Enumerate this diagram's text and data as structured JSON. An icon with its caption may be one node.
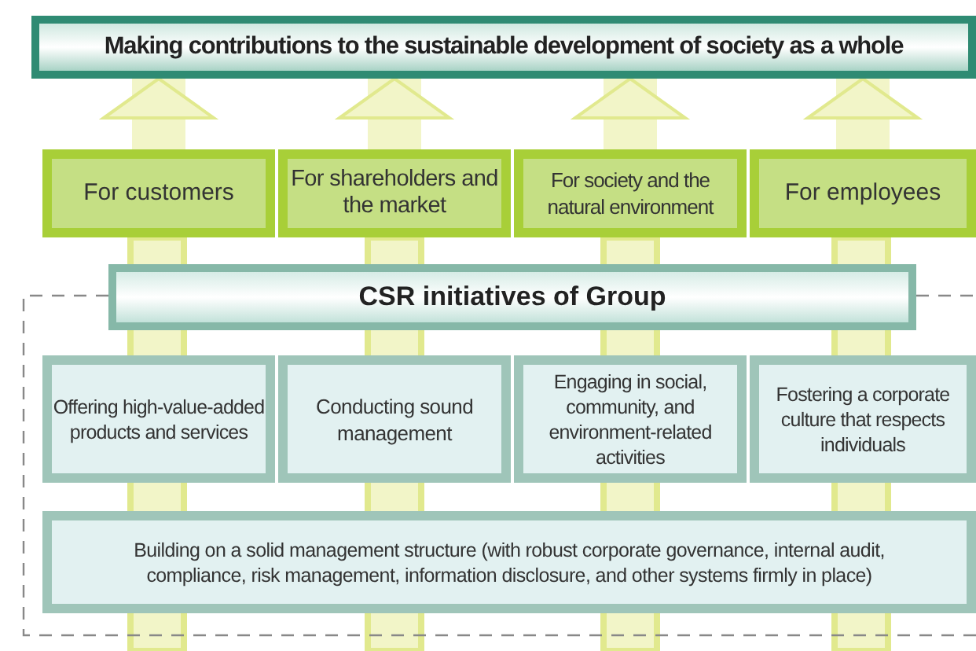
{
  "diagram": {
    "nodes": [
      {
        "text": [
          "Making contributions to the sustainable development of society as a whole"
        ]
      },
      {
        "text": [
          "For customers"
        ]
      },
      {
        "text": [
          "For shareholders and the market"
        ]
      },
      {
        "text": [
          "For society and the natural environment"
        ]
      },
      {
        "text": [
          "For employees"
        ]
      },
      {
        "text": [
          "CSR initiatives of Group"
        ]
      },
      {
        "text": [
          "Offering high-value-added products and services"
        ]
      },
      {
        "text": [
          "Conducting sound management"
        ]
      },
      {
        "text": [
          "Engaging in social, community, and environment-related activities"
        ]
      },
      {
        "text": [
          "Fostering a corporate culture that respects individuals"
        ]
      },
      {
        "text": [
          "Building on a solid management structure (with robust corporate governance, internal audit, compliance, risk management, information disclosure, and other systems firmly in place)"
        ]
      }
    ],
    "edges": [
      {
        "from": 1,
        "to": 0,
        "arrow": "to"
      },
      {
        "from": 2,
        "to": 0,
        "arrow": "to"
      },
      {
        "from": 3,
        "to": 0,
        "arrow": "to"
      },
      {
        "from": 4,
        "to": 0,
        "arrow": "to"
      }
    ]
  }
}
